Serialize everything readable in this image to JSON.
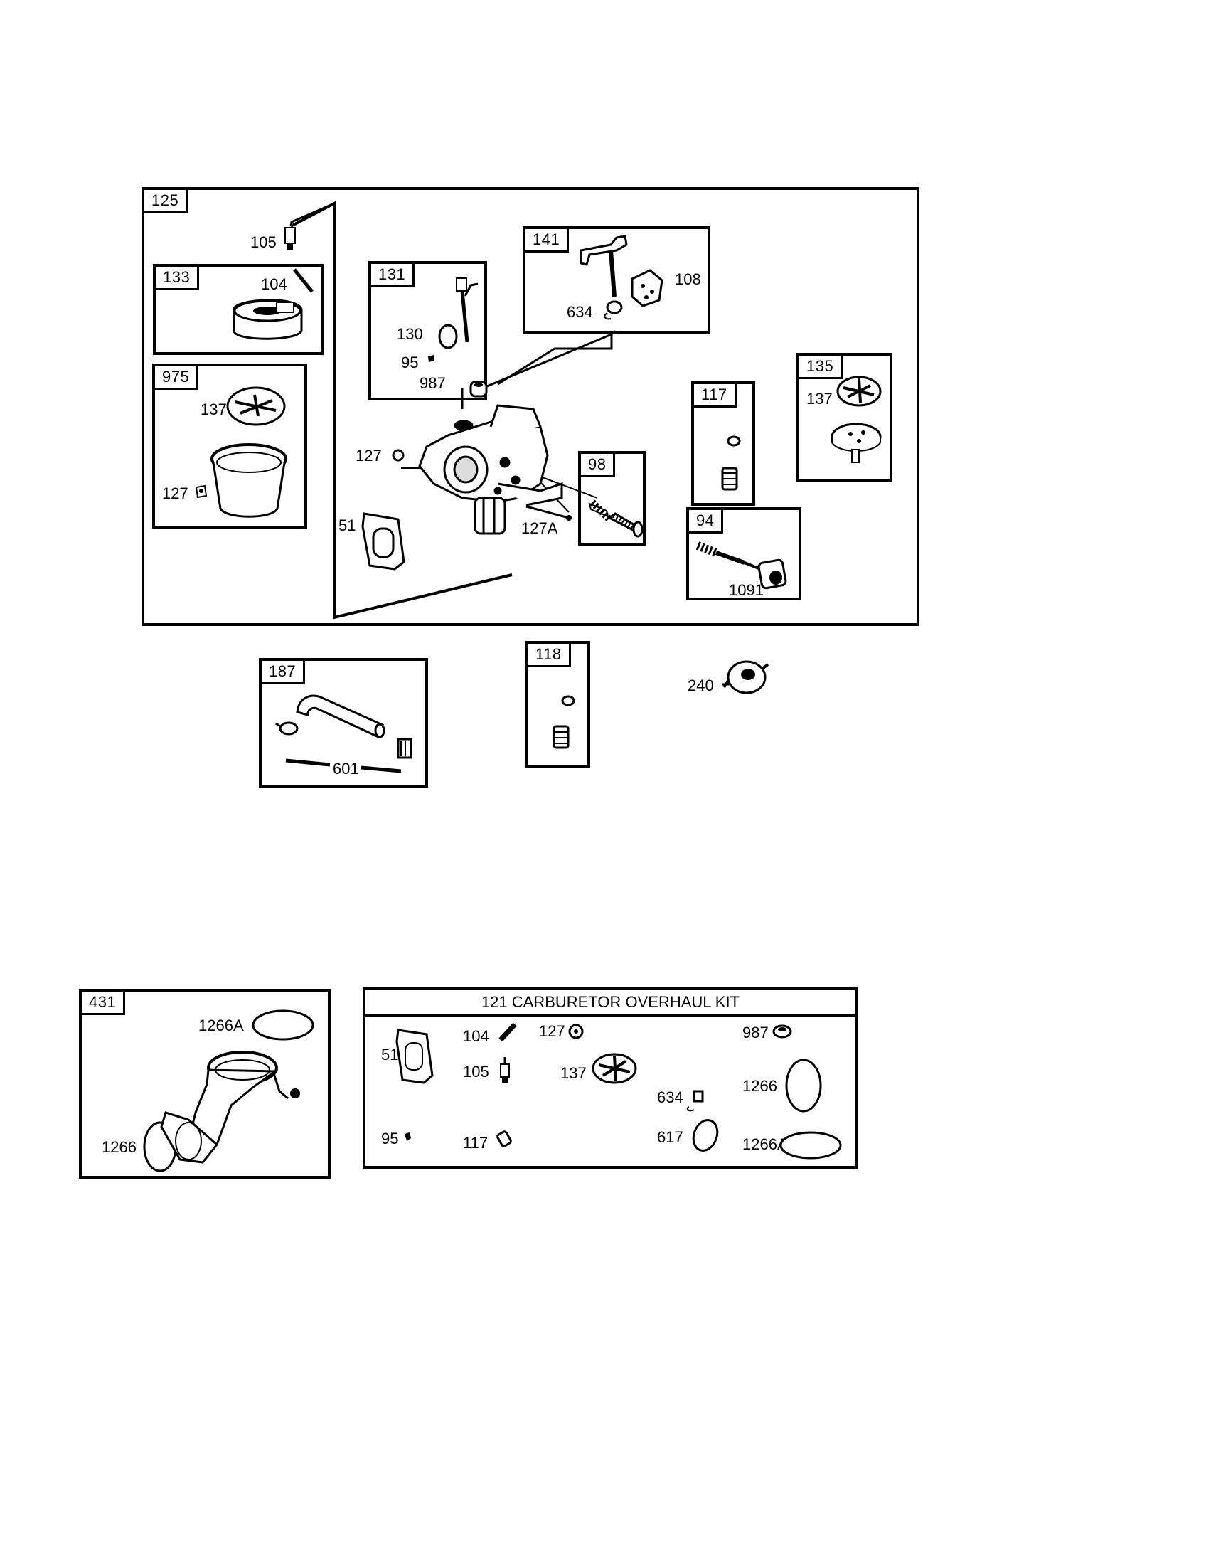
{
  "main_assembly": {
    "tag": "125",
    "labels": {
      "p105": "105",
      "p104": "104",
      "p130": "130",
      "p95": "95",
      "p987": "987",
      "p127_body": "127",
      "p51": "51",
      "p127A": "127A",
      "p108": "108",
      "p634": "634",
      "p137_975": "137",
      "p127_975": "127",
      "p137_135": "137",
      "p1091": "1091"
    },
    "subkits": {
      "k133": "133",
      "k975": "975",
      "k131": "131",
      "k141": "141",
      "k117": "117",
      "k135": "135",
      "k98": "98",
      "k94": "94"
    }
  },
  "lower_parts": {
    "k187": "187",
    "p601": "601",
    "k118": "118",
    "p240": "240"
  },
  "intake_kit": {
    "tag": "431",
    "p1266A": "1266A",
    "p1266": "1266"
  },
  "overhaul_kit": {
    "title": "121 CARBURETOR OVERHAUL KIT",
    "labels": {
      "p51": "51",
      "p104": "104",
      "p127": "127",
      "p987": "987",
      "p105": "105",
      "p137": "137",
      "p634": "634",
      "p1266": "1266",
      "p95": "95",
      "p117": "117",
      "p617": "617",
      "p1266A": "1266A"
    }
  }
}
